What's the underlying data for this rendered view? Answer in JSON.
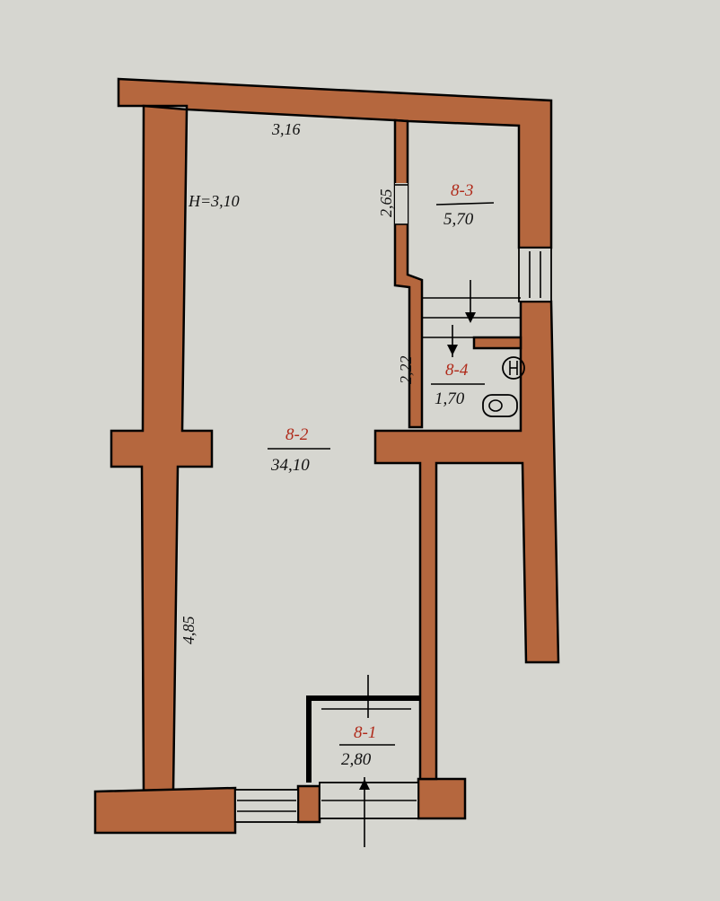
{
  "colors": {
    "wall": "#b5673e",
    "paper": "#d6d6d0",
    "room_id": "#b02a1a",
    "line": "#000000"
  },
  "height_label": "H=3,10",
  "dimensions": {
    "top_width": "3,16",
    "partition_upper": "2,65",
    "partition_lower": "2,22",
    "left_side": "4,85"
  },
  "rooms": [
    {
      "id": "8-1",
      "area": "2,80"
    },
    {
      "id": "8-2",
      "area": "34,10"
    },
    {
      "id": "8-3",
      "area": "5,70"
    },
    {
      "id": "8-4",
      "area": "1,70"
    }
  ]
}
